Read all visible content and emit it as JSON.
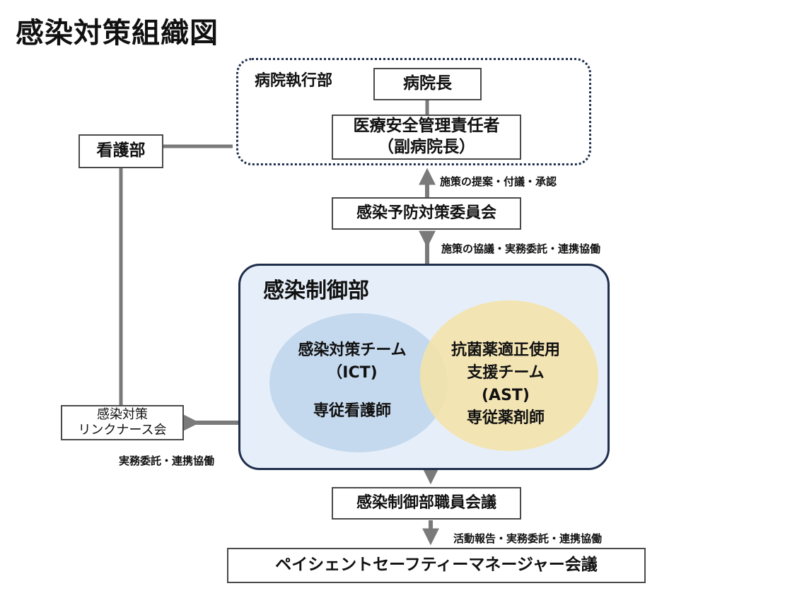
{
  "title": "感染対策組織図",
  "executive": {
    "label": "病院執行部",
    "director": "病院長",
    "safety_officer_line1": "医療安全管理責任者",
    "safety_officer_line2": "（副病院長）"
  },
  "nursing": "看護部",
  "committee": "感染予防対策委員会",
  "note_top": "施策の提案・付議・承認",
  "note_mid": "施策の協議・実務委託・連携協働",
  "control_dept": {
    "label": "感染制御部",
    "ict": {
      "line1": "感染対策チーム",
      "line2": "（ICT)",
      "staff": "専従看護師"
    },
    "ast": {
      "line1": "抗菌薬適正使用",
      "line2": "支援チーム",
      "line3": "(AST)",
      "staff": "専従薬剤師"
    }
  },
  "link_nurse": {
    "line1": "感染対策",
    "line2": "リンクナース会"
  },
  "note_link": "実務委託・連携協働",
  "staff_meeting": "感染制御部職員会議",
  "note_bottom": "活動報告・実務委託・連携協働",
  "patient_safety": "ペイシェントセーフティーマネージャー会議",
  "colors": {
    "ict_circle": "#c5d9ee",
    "ast_circle": "#f5e3a8",
    "dept_fill": "#e6eff9",
    "dept_border": "#1f2e4d",
    "connector": "#7a7a7a"
  }
}
